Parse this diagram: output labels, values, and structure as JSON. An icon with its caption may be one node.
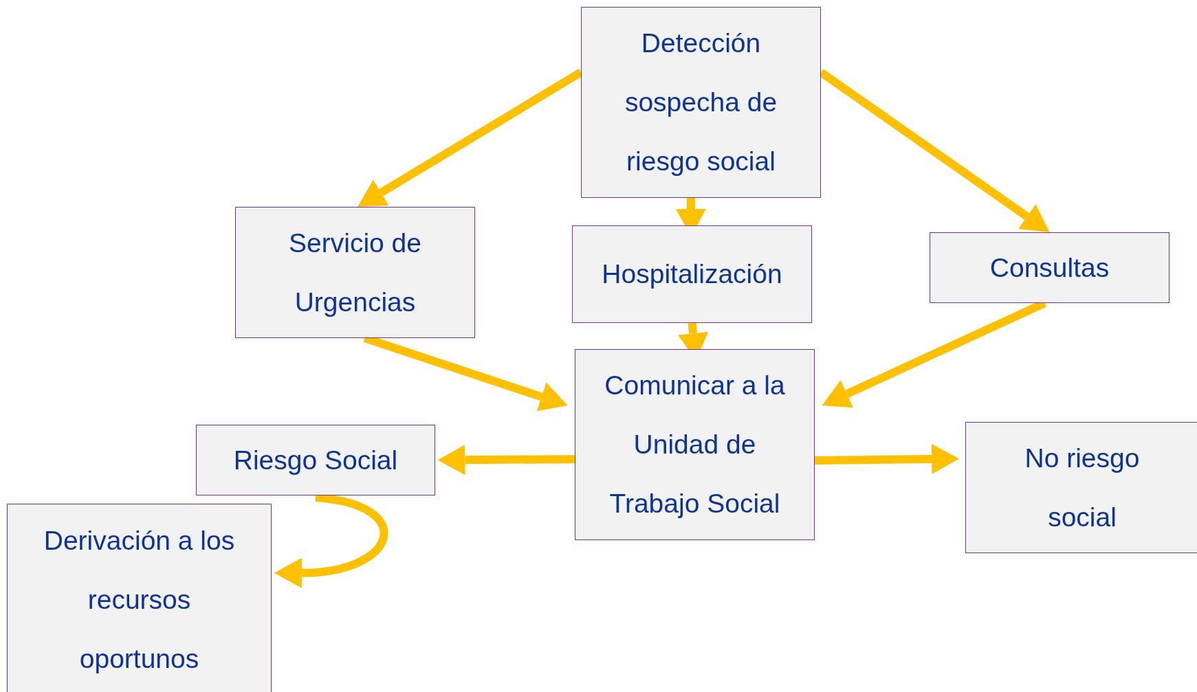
{
  "diagram": {
    "nodes": [
      {
        "text": [
          "Detección sospecha de riesgo social"
        ]
      },
      {
        "text": [
          "Servicio de Urgencias"
        ]
      },
      {
        "text": [
          "Hospitalización"
        ]
      },
      {
        "text": [
          "Consultas"
        ]
      },
      {
        "text": [
          "Comunicar a la Unidad de Trabajo Social"
        ]
      },
      {
        "text": [
          "Riesgo Social"
        ]
      },
      {
        "text": [
          "No riesgo social"
        ]
      },
      {
        "text": [
          "Derivación a los recursos oportunos"
        ]
      }
    ],
    "edges": [
      {
        "from": 0,
        "to": 1,
        "arrow": "to"
      },
      {
        "from": 0,
        "to": 2,
        "arrow": "to"
      },
      {
        "from": 0,
        "to": 3,
        "arrow": "to"
      },
      {
        "from": 1,
        "to": 4,
        "arrow": "to"
      },
      {
        "from": 2,
        "to": 4,
        "arrow": "to"
      },
      {
        "from": 3,
        "to": 4,
        "arrow": "to"
      },
      {
        "from": 4,
        "to": 5,
        "arrow": "to"
      },
      {
        "from": 4,
        "to": 6,
        "arrow": "to"
      },
      {
        "from": 5,
        "to": 7,
        "arrow": "to"
      }
    ]
  }
}
